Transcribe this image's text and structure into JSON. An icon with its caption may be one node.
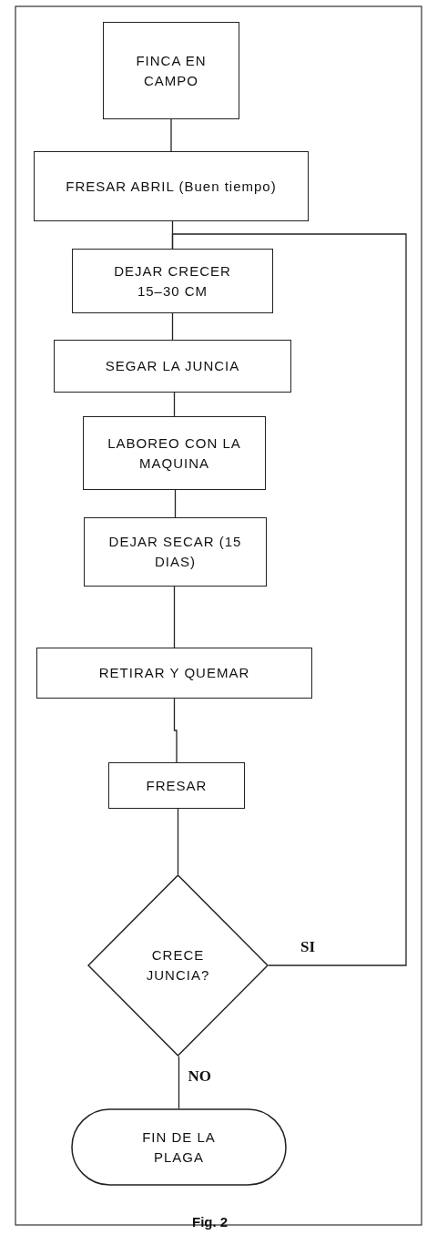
{
  "diagram": {
    "caption": "Fig. 2",
    "nodes": [
      {
        "text": [
          "FINCA EN CAMPO"
        ]
      },
      {
        "text": [
          "FRESAR ABRIL (Buen tiempo)"
        ]
      },
      {
        "text": [
          "DEJAR CRECER 15–30 CM"
        ]
      },
      {
        "text": [
          "SEGAR LA JUNCIA"
        ]
      },
      {
        "text": [
          "LABOREO CON LA MAQUINA"
        ]
      },
      {
        "text": [
          "DEJAR SECAR (15 DIAS)"
        ]
      },
      {
        "text": [
          "RETIRAR Y QUEMAR"
        ]
      },
      {
        "text": [
          "FRESAR"
        ]
      },
      {
        "text": [
          "CRECE JUNCIA?"
        ]
      },
      {
        "text": [
          "FIN DE LA PLAGA"
        ]
      }
    ],
    "edges": [
      {
        "from": 0,
        "to": 1,
        "arrow": "none"
      },
      {
        "from": 1,
        "to": 2,
        "arrow": "none"
      },
      {
        "from": 2,
        "to": 3,
        "arrow": "none"
      },
      {
        "from": 3,
        "to": 4,
        "arrow": "none"
      },
      {
        "from": 4,
        "to": 5,
        "arrow": "none"
      },
      {
        "from": 5,
        "to": 6,
        "arrow": "none"
      },
      {
        "from": 6,
        "to": 7,
        "arrow": "none"
      },
      {
        "from": 7,
        "to": 8,
        "arrow": "none"
      },
      {
        "from": 8,
        "to": 2,
        "label": "SI",
        "arrow": "none"
      },
      {
        "from": 8,
        "to": 9,
        "label": "NO",
        "arrow": "none"
      }
    ]
  }
}
